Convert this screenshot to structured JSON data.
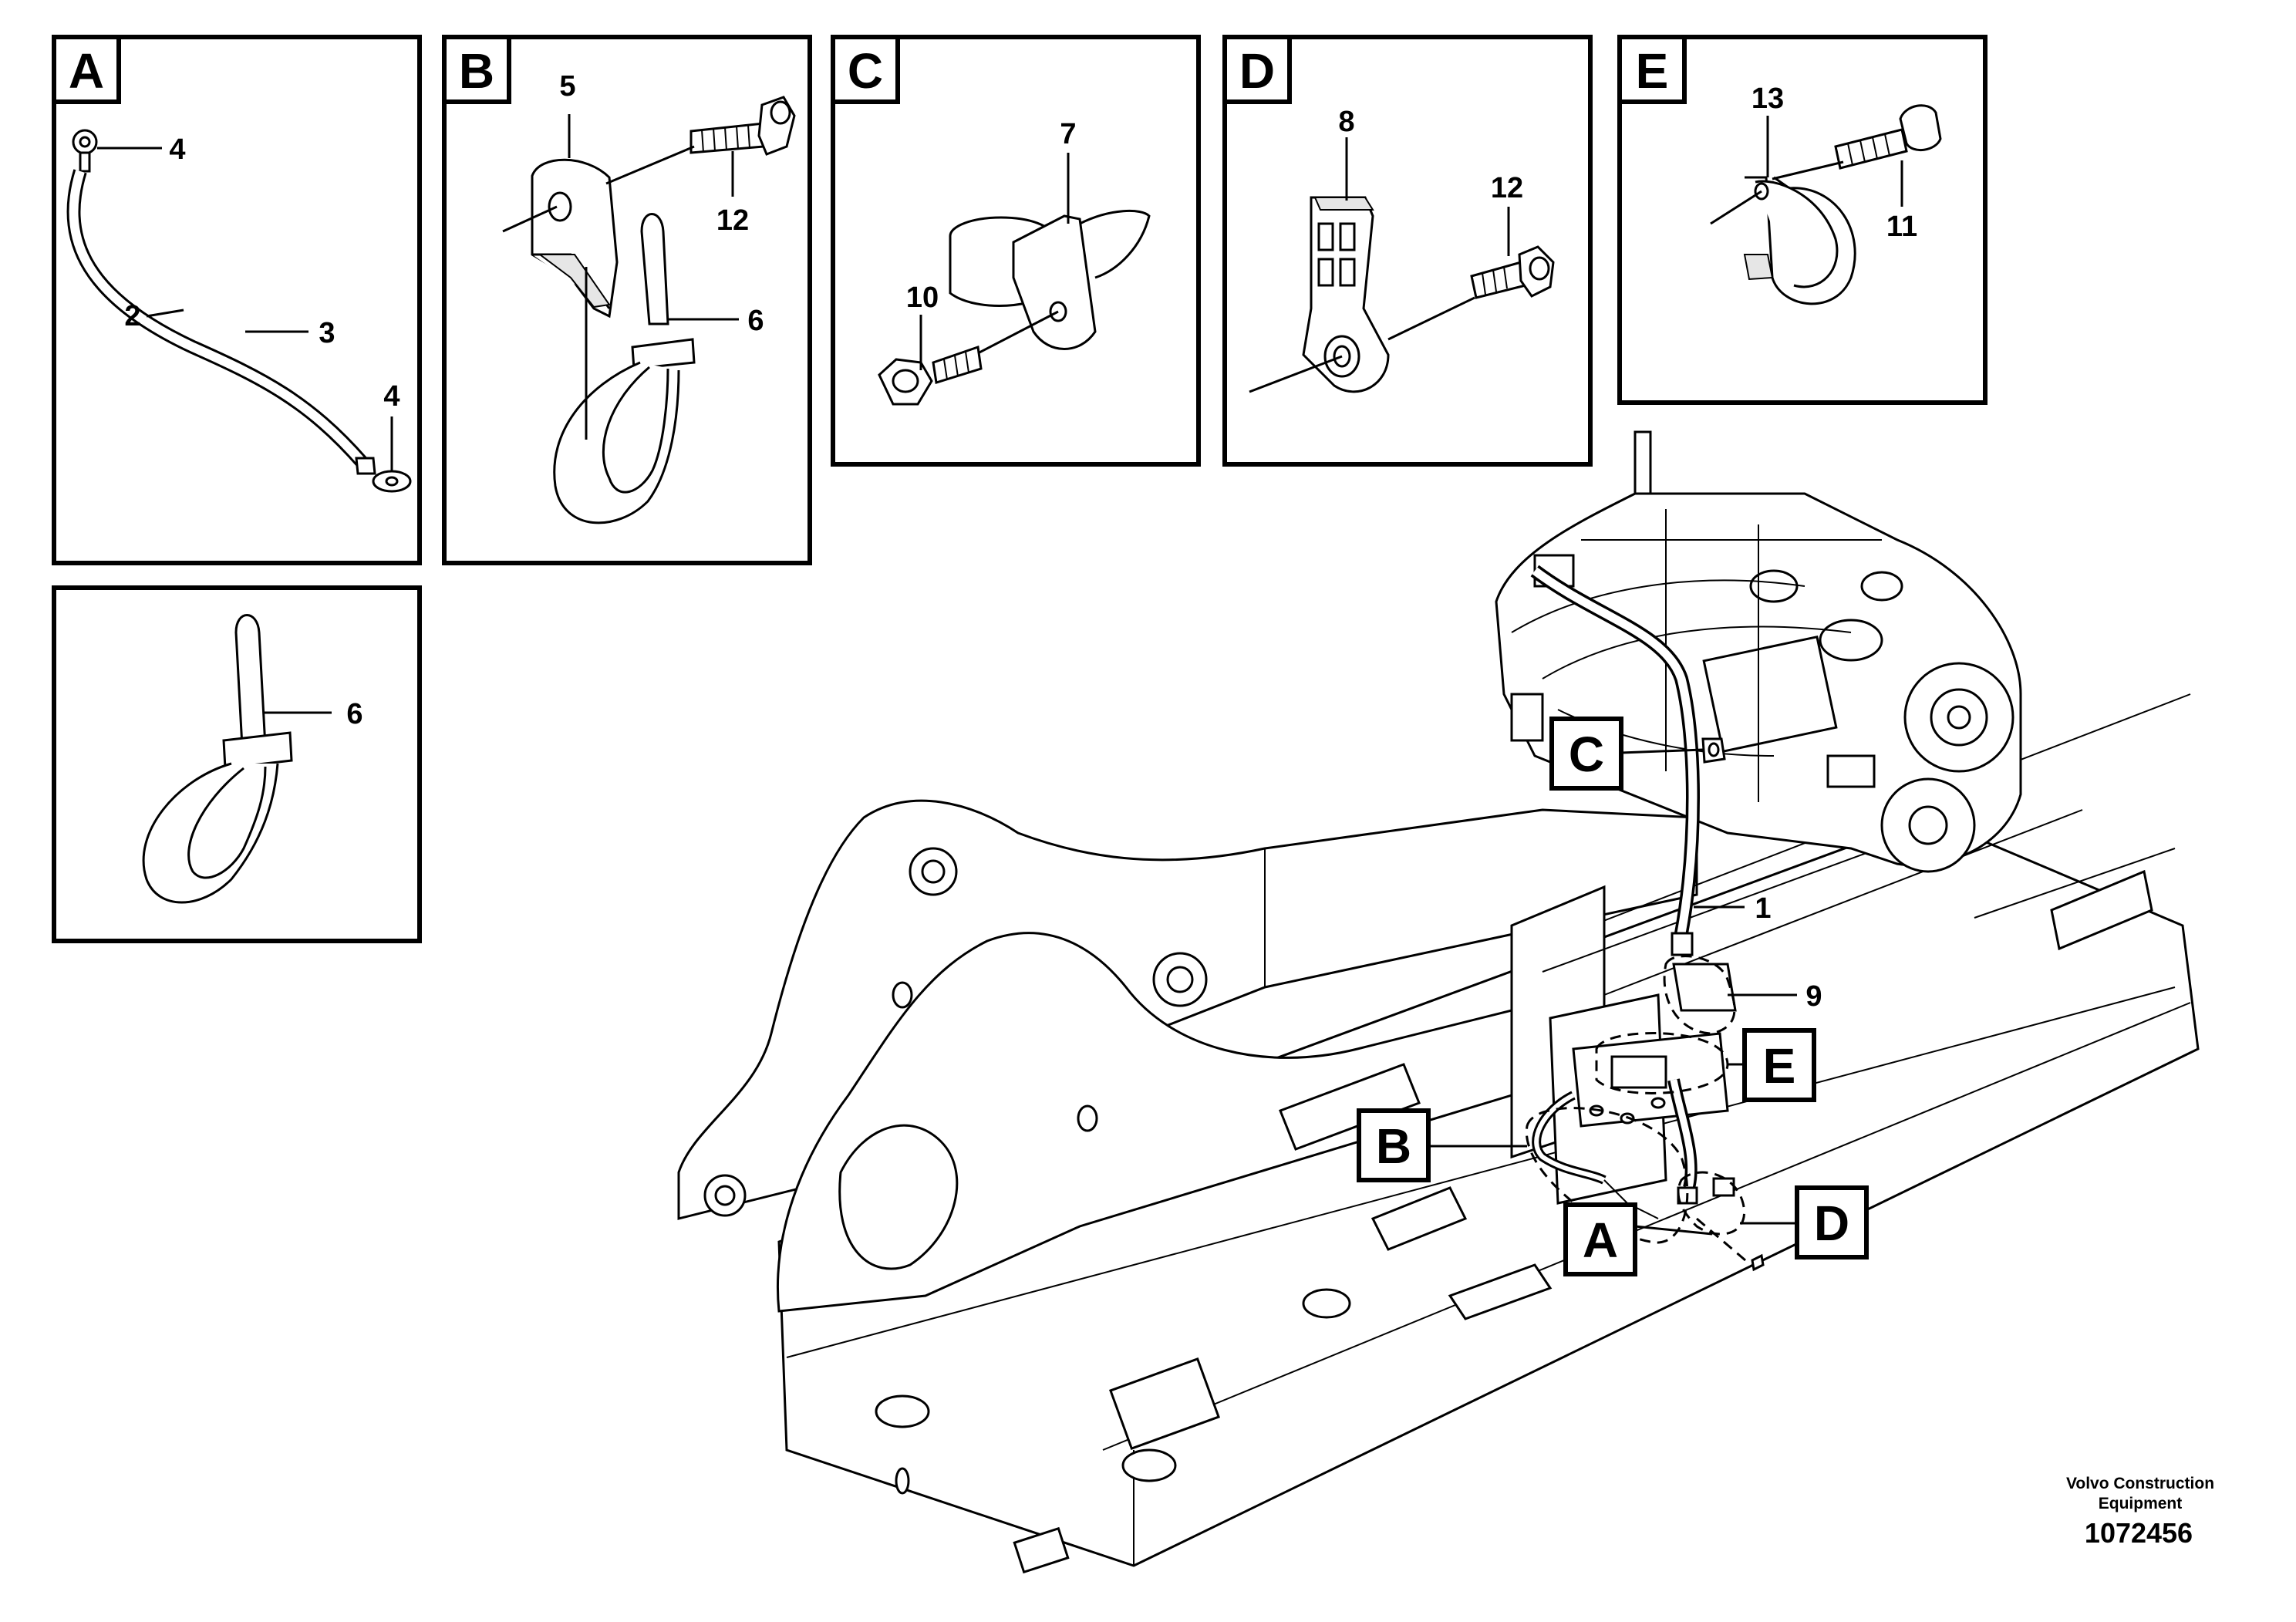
{
  "panels": {
    "A": {
      "letter": "A",
      "callouts": [
        "4",
        "2",
        "3",
        "4"
      ]
    },
    "B": {
      "letter": "B",
      "callouts": [
        "5",
        "12",
        "6"
      ]
    },
    "C": {
      "letter": "C",
      "callouts": [
        "7",
        "10"
      ]
    },
    "D": {
      "letter": "D",
      "callouts": [
        "8",
        "12"
      ]
    },
    "E": {
      "letter": "E",
      "callouts": [
        "13",
        "11"
      ]
    },
    "F": {
      "callouts": [
        "6"
      ]
    }
  },
  "main": {
    "callouts": [
      "1",
      "9"
    ],
    "tags": [
      "C",
      "E",
      "B",
      "A",
      "D"
    ]
  },
  "footer": {
    "company_line1": "Volvo Construction",
    "company_line2": "Equipment",
    "document_number": "1072456"
  }
}
